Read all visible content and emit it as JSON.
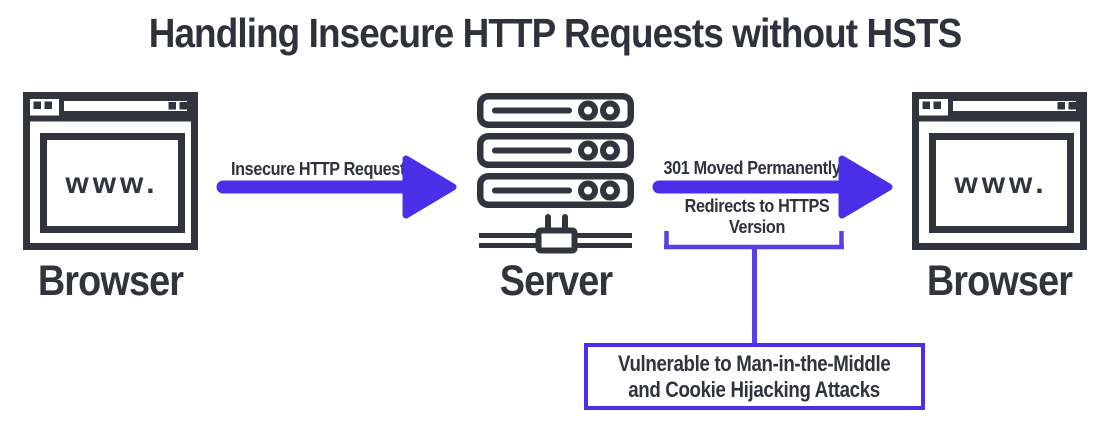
{
  "title": "Handling Insecure HTTP Requests without HSTS",
  "nodes": {
    "browser_left": {
      "label": "Browser",
      "screen_text": "www."
    },
    "server": {
      "label": "Server"
    },
    "browser_right": {
      "label": "Browser",
      "screen_text": "www."
    }
  },
  "arrows": {
    "request": {
      "label": "Insecure HTTP Request"
    },
    "redirect": {
      "label_top": "301 Moved Permanently",
      "label_bottom_line1": "Redirects to HTTPS",
      "label_bottom_line2": "Version"
    }
  },
  "callout": {
    "line1": "Vulnerable to Man-in-the-Middle",
    "line2": "and Cookie Hijacking Attacks"
  },
  "colors": {
    "arrow": "#4B2EE8",
    "bracket": "#5B3EE8",
    "ink": "#31343D"
  }
}
